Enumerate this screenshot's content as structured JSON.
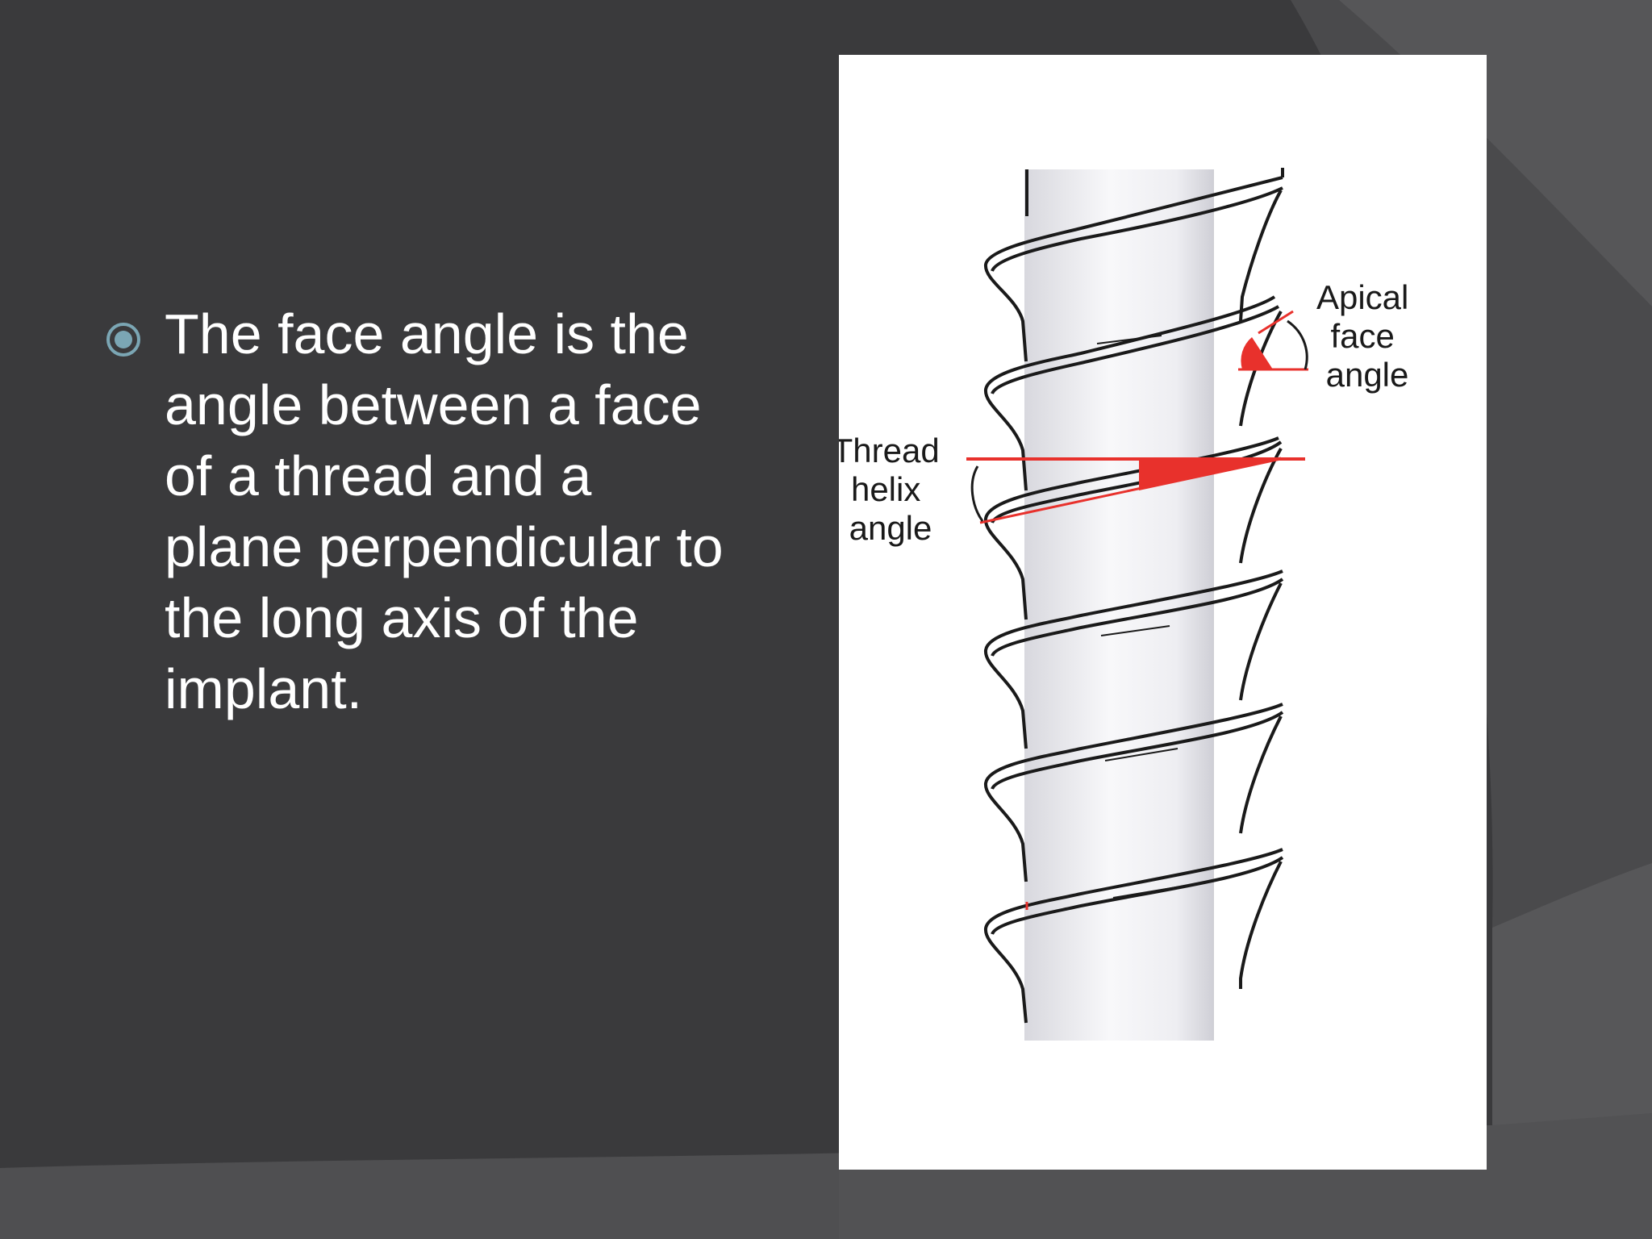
{
  "slide": {
    "bullet_text": "The face angle is the angle between a face of a thread and a plane perpendicular to the long axis of the implant."
  },
  "figure": {
    "label_thread_helix": [
      "Thread",
      "helix",
      "angle"
    ],
    "label_apical_face": [
      "Apical",
      "face",
      "angle"
    ]
  },
  "colors": {
    "background": "#3a3a3c",
    "bullet_accent": "#7ba6b4",
    "annotation_red": "#e8312c"
  },
  "icons": {
    "bullet": "circled-dot-icon"
  }
}
